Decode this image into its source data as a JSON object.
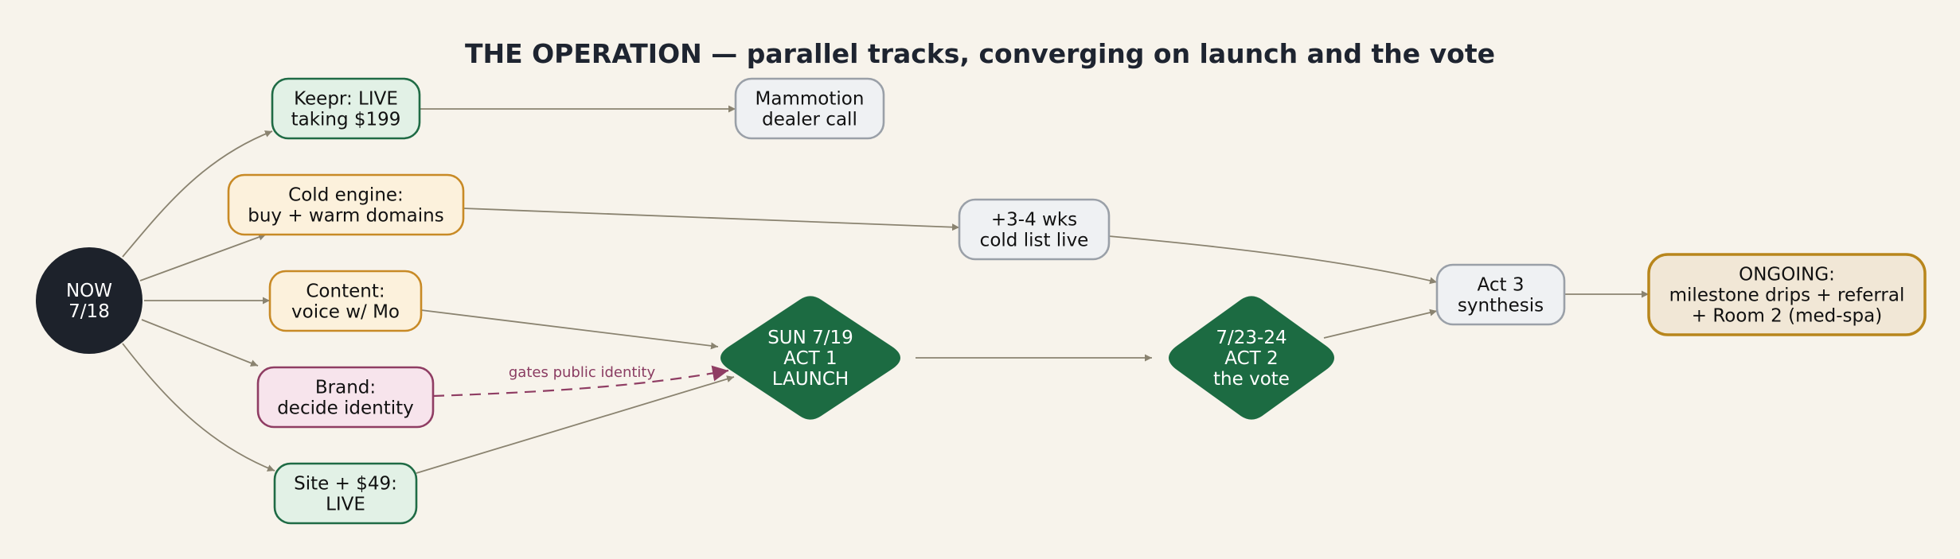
{
  "title": "THE OPERATION  —  parallel tracks, converging on launch and the vote",
  "colors": {
    "background": "#f7f3eb",
    "edge": "#8a8370",
    "edge_dashed": "#8f3d63",
    "green_fill": "#e2f1e6",
    "green_stroke": "#1f6b45",
    "amber_fill": "#fcf1dc",
    "amber_stroke": "#c88a26",
    "pink_fill": "#f7e4ec",
    "pink_stroke": "#8f3d63",
    "grey_fill": "#eff1f3",
    "grey_stroke": "#9aa0a8",
    "gold_fill": "#f1e7d6",
    "gold_stroke": "#b8861c",
    "now_fill": "#1d222b",
    "milestone_fill": "#1c6b42"
  },
  "nodes": {
    "now": {
      "lines": [
        "NOW",
        "7/18"
      ]
    },
    "keepr": {
      "lines": [
        "Keepr: LIVE",
        "taking $199"
      ]
    },
    "cold": {
      "lines": [
        "Cold engine:",
        "buy + warm domains"
      ]
    },
    "content": {
      "lines": [
        "Content:",
        "voice w/ Mo"
      ]
    },
    "brand": {
      "lines": [
        "Brand:",
        "decide identity"
      ]
    },
    "site": {
      "lines": [
        "Site + $49:",
        "LIVE"
      ]
    },
    "mammotion": {
      "lines": [
        "Mammotion",
        "dealer call"
      ]
    },
    "act1": {
      "lines": [
        "SUN 7/19",
        "ACT 1",
        "LAUNCH"
      ]
    },
    "act2": {
      "lines": [
        "7/23-24",
        "ACT 2",
        "the vote"
      ]
    },
    "coldlist": {
      "lines": [
        "+3-4 wks",
        "cold list live"
      ]
    },
    "act3": {
      "lines": [
        "Act 3",
        "synthesis"
      ]
    },
    "ongoing": {
      "lines": [
        "ONGOING:",
        "milestone drips + referral",
        "+ Room 2 (med-spa)"
      ]
    }
  },
  "edges": [
    {
      "from": "now",
      "to": "keepr"
    },
    {
      "from": "now",
      "to": "cold"
    },
    {
      "from": "now",
      "to": "content"
    },
    {
      "from": "now",
      "to": "brand"
    },
    {
      "from": "now",
      "to": "site"
    },
    {
      "from": "keepr",
      "to": "mammotion"
    },
    {
      "from": "cold",
      "to": "coldlist"
    },
    {
      "from": "content",
      "to": "act1"
    },
    {
      "from": "brand",
      "to": "act1",
      "style": "dashed",
      "label": "gates public identity"
    },
    {
      "from": "site",
      "to": "act1"
    },
    {
      "from": "act1",
      "to": "act2"
    },
    {
      "from": "act2",
      "to": "act3"
    },
    {
      "from": "coldlist",
      "to": "act3"
    },
    {
      "from": "act3",
      "to": "ongoing"
    }
  ]
}
